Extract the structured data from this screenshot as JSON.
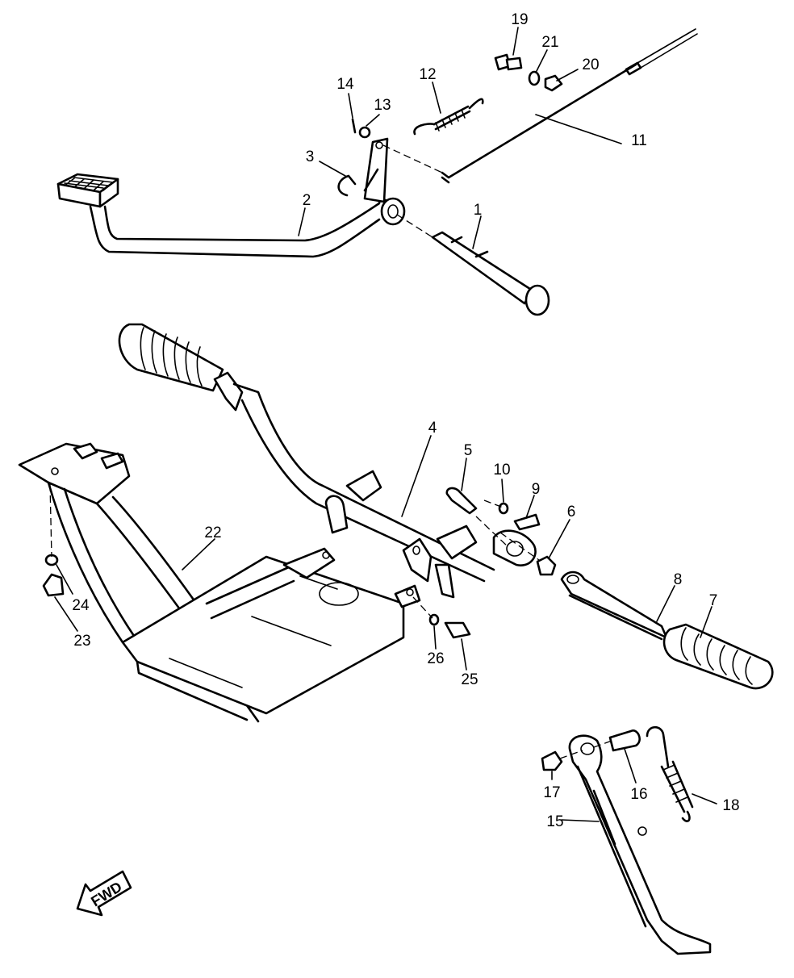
{
  "labels": {
    "p1": "1",
    "p2": "2",
    "p3": "3",
    "p4": "4",
    "p5": "5",
    "p6": "6",
    "p7": "7",
    "p8": "8",
    "p9": "9",
    "p10": "10",
    "p11": "11",
    "p12": "12",
    "p13": "13",
    "p14": "14",
    "p15": "15",
    "p16": "16",
    "p17": "17",
    "p18": "18",
    "p19": "19",
    "p20": "20",
    "p21": "21",
    "p22": "22",
    "p23": "23",
    "p24": "24",
    "p25": "25",
    "p26": "26"
  },
  "direction_arrow": "FWD"
}
